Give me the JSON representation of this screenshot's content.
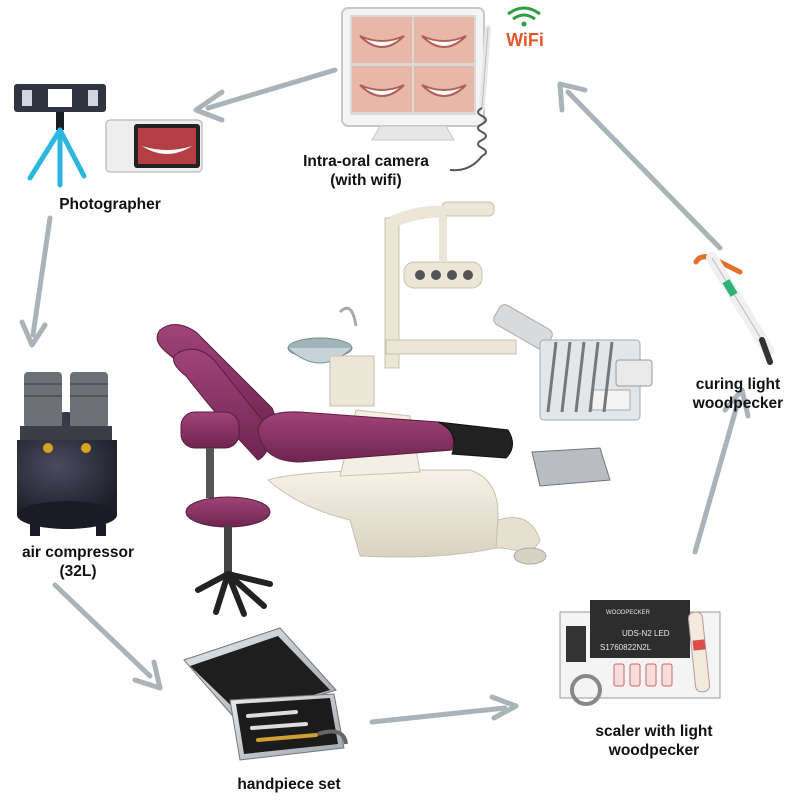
{
  "items": {
    "camera": {
      "line1": "Intra-oral camera",
      "line2": "(with wifi)",
      "badge": "WiFi"
    },
    "photographer": {
      "line1": "Photographer"
    },
    "curing_light": {
      "line1": "curing light",
      "line2": "woodpecker"
    },
    "compressor": {
      "line1": "air compressor",
      "line2": "(32L)"
    },
    "scaler": {
      "line1": "scaler with light",
      "line2": "woodpecker",
      "box_brand": "WOODPECKER",
      "box_model": "UDS-N2 LED",
      "box_serial": "S1760822N2L"
    },
    "handpiece": {
      "line1": "handpiece set"
    }
  },
  "colors": {
    "arrow": "#a9b3b8",
    "chair_upholstery": "#8a3565",
    "chair_frame": "#ece6d8",
    "tripod": "#2bb7e0",
    "compressor": "#2e2f3e",
    "label": "#111111"
  }
}
